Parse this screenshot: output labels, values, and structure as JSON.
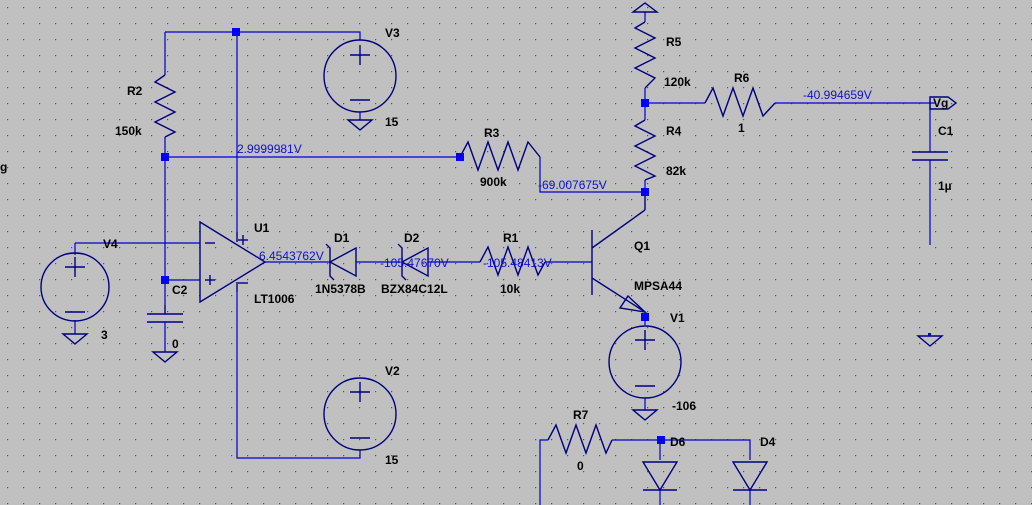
{
  "palette": {
    "background": "#c0c0c0",
    "wire": "#0000cc",
    "component": "#000080",
    "voltage_label": "#1010cc",
    "junction": "#0000ff"
  },
  "edge_fragment": "g",
  "components": {
    "R2": {
      "ref": "R2",
      "value": "150k"
    },
    "R3": {
      "ref": "R3",
      "value": "900k"
    },
    "R4": {
      "ref": "R4",
      "value": "82k"
    },
    "R5": {
      "ref": "R5",
      "value": "120k"
    },
    "R6": {
      "ref": "R6",
      "value": "1"
    },
    "R1": {
      "ref": "R1",
      "value": "10k"
    },
    "R7": {
      "ref": "R7",
      "value": "0"
    },
    "C1": {
      "ref": "C1",
      "value": "1µ"
    },
    "C2": {
      "ref": "C2",
      "value": "0"
    },
    "V1": {
      "ref": "V1",
      "value": "-106"
    },
    "V2": {
      "ref": "V2",
      "value": "15"
    },
    "V3": {
      "ref": "V3",
      "value": "15"
    },
    "V4": {
      "ref": "V4",
      "value": "3"
    },
    "U1": {
      "ref": "U1",
      "value": "LT1006"
    },
    "Q1": {
      "ref": "Q1",
      "value": "MPSA44"
    },
    "D1": {
      "ref": "D1",
      "value": "1N5378B"
    },
    "D2": {
      "ref": "D2",
      "value": "BZX84C12L"
    },
    "D6": {
      "ref": "D6"
    },
    "D4": {
      "ref": "D4"
    }
  },
  "net_labels": {
    "vg": "Vg"
  },
  "node_voltages": {
    "r2_mid": "2.9999981V",
    "q1_collector": "-69.007675V",
    "vg_node": "-40.994659V",
    "opamp_out": "-6.4543762V",
    "d1_d2": "-105.47670V",
    "d2_r1": "-105.48413V"
  }
}
